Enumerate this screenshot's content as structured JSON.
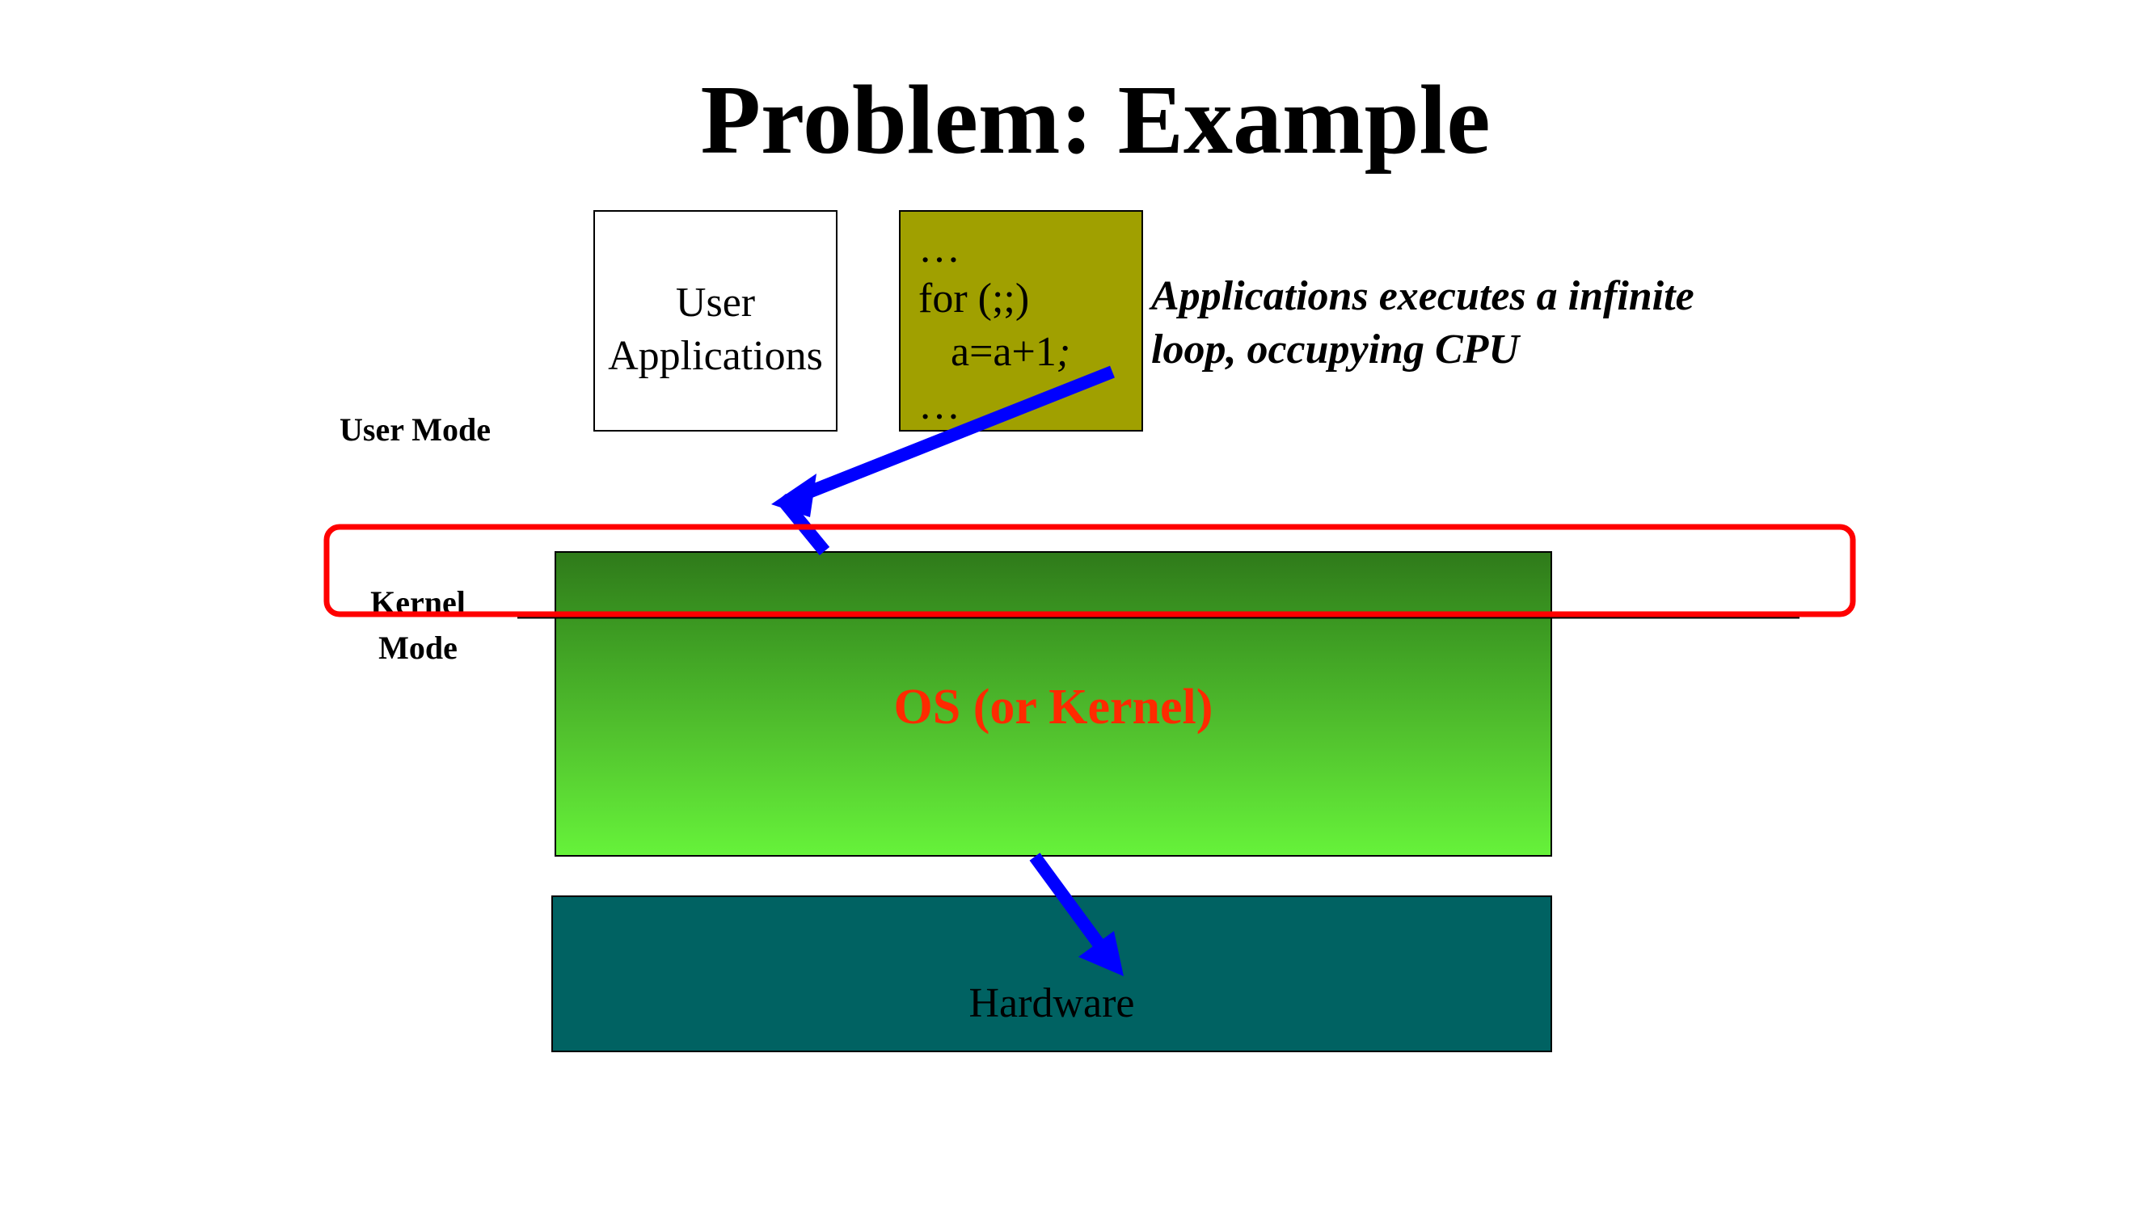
{
  "slide": {
    "title": "Problem: Example"
  },
  "user_apps": {
    "line1": "User",
    "line2": "Applications"
  },
  "code": {
    "line1": "…",
    "line2": "for (;;)",
    "line3": "a=a+1",
    "line3_semicolon": ";",
    "line4": "…"
  },
  "annotation": {
    "line1": "Applications executes a infinite",
    "line2": "loop, occupying CPU"
  },
  "modes": {
    "user": "User Mode",
    "kernel_line1": "Kernel",
    "kernel_line2": "Mode"
  },
  "kernel": {
    "label": "OS (or Kernel)"
  },
  "hardware": {
    "label": "Hardware"
  },
  "colors": {
    "arrow": "#0000ff",
    "highlight": "#ff0000",
    "kernel_text": "#ff2a00",
    "code_box": "#a0a000",
    "hardware_box": "#006262"
  }
}
